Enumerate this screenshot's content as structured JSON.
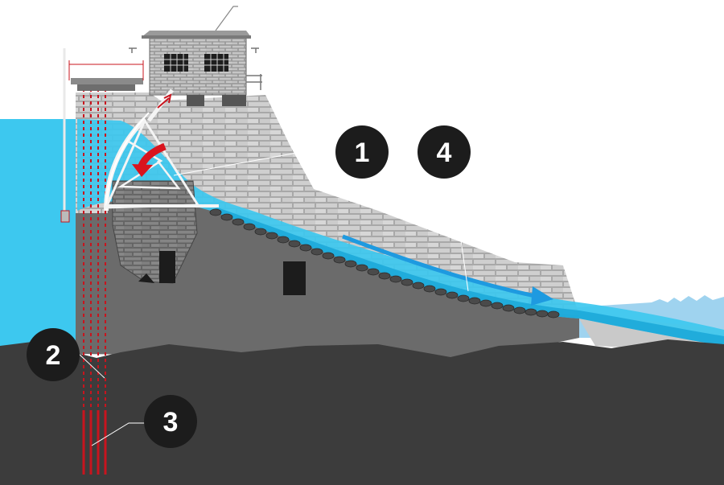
{
  "callouts": [
    {
      "label": "1"
    },
    {
      "label": "2"
    },
    {
      "label": "3"
    },
    {
      "label": "4"
    }
  ],
  "colors": {
    "water": "#3dc8ef",
    "water_dark": "#1aa7d8",
    "flow_arrow": "#1e9ae0",
    "gate_arrow": "#d9141e",
    "anchors": "#c8141e",
    "bedrock": "#3c3c3c",
    "dam_body": "#6b6b6b",
    "masonry": "#d6d6d6",
    "callout_bg": "#1c1c1c",
    "callout_text": "#ffffff"
  },
  "icons": {
    "gate_arrow": "curved-arrow-icon",
    "flow_arrow": "arrow-right-icon"
  }
}
